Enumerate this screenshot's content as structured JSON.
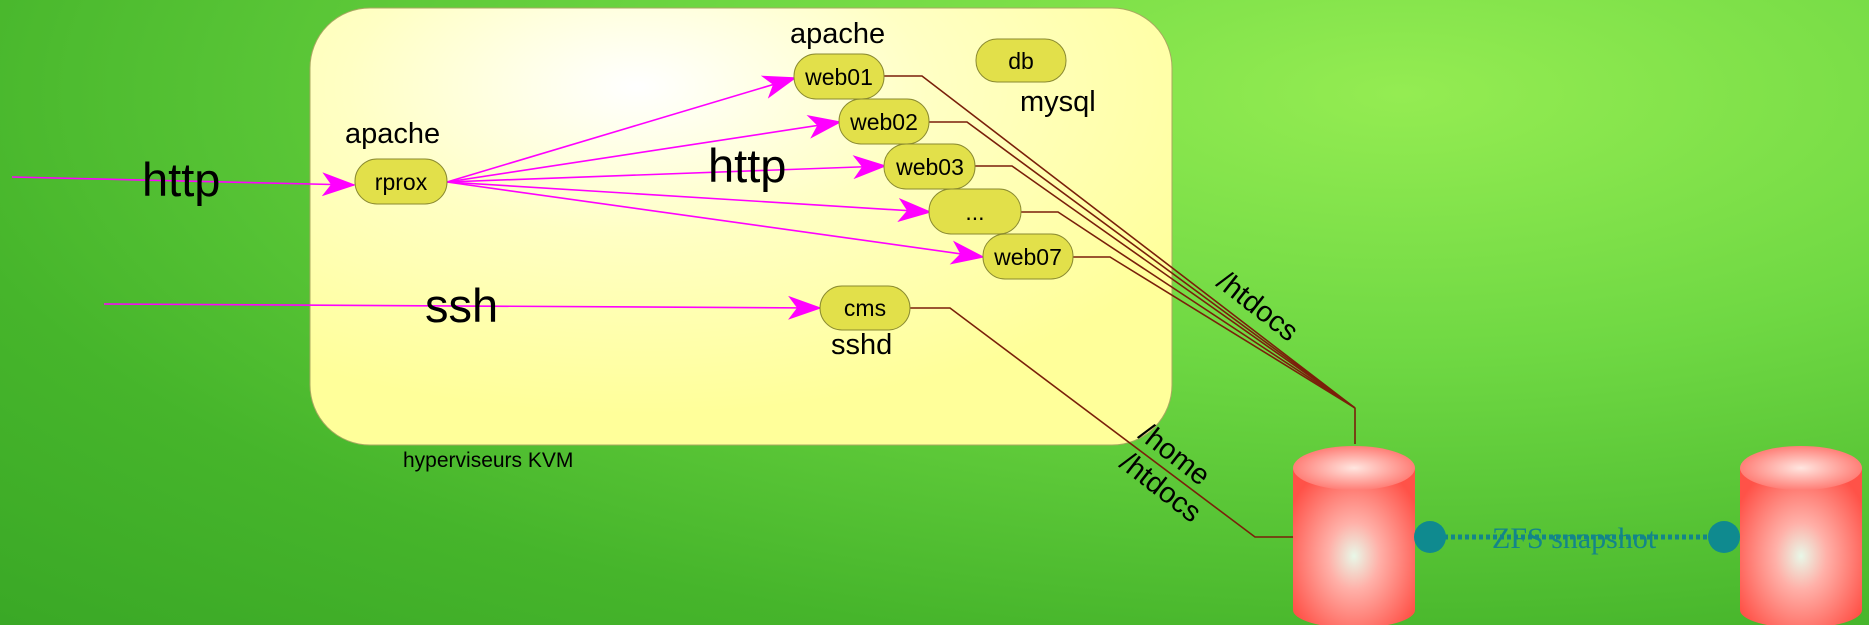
{
  "hypervisor": {
    "label": "hyperviseurs KVM"
  },
  "flows": {
    "http_in": "http",
    "http_inner": "http",
    "ssh_in": "ssh"
  },
  "rproxy": {
    "name": "rprox",
    "service": "apache"
  },
  "web_group": {
    "service": "apache"
  },
  "nodes": {
    "web01": "web01",
    "web02": "web02",
    "web03": "web03",
    "more": "...",
    "web07": "web07",
    "cms": "cms",
    "db": "db"
  },
  "services": {
    "db": "mysql",
    "cms": "sshd"
  },
  "mounts": {
    "htdocs": "/htdocs",
    "home": "/home",
    "cms_htdocs": "/htdocs"
  },
  "storage": {
    "link_label": "ZFS snapshot"
  },
  "colors": {
    "arrow": "#ff00ff",
    "line": "#7a1f0a",
    "node_fill": "#e2e04a",
    "panel": "#ffff99",
    "zfs": "#13858a",
    "disk": "#ff5a55"
  }
}
